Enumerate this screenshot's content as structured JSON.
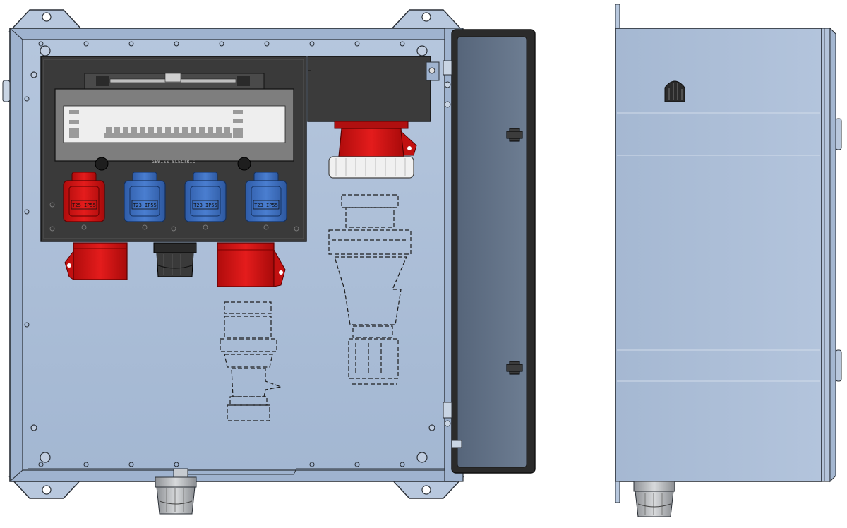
{
  "drawing": {
    "front_view": {
      "sockets": [
        {
          "label": "T25 IP55",
          "color": "red"
        },
        {
          "label": "T23 IP55",
          "color": "blue"
        },
        {
          "label": "T23 IP55",
          "color": "blue"
        },
        {
          "label": "T23 IP55",
          "color": "blue"
        }
      ],
      "breaker_panel_text": "GEWISS ELECTRIC"
    },
    "colors": {
      "enclosure": "#a8bcd6",
      "enclosure_edge": "#9db2cf",
      "outline": "#2a2f36",
      "panel_dark": "#3c3c3c",
      "cee_red": "#d81818",
      "socket_blue": "#3e6fbf",
      "door_inner": "#5f6f82",
      "gland_grey": "#b9bcc0"
    }
  }
}
